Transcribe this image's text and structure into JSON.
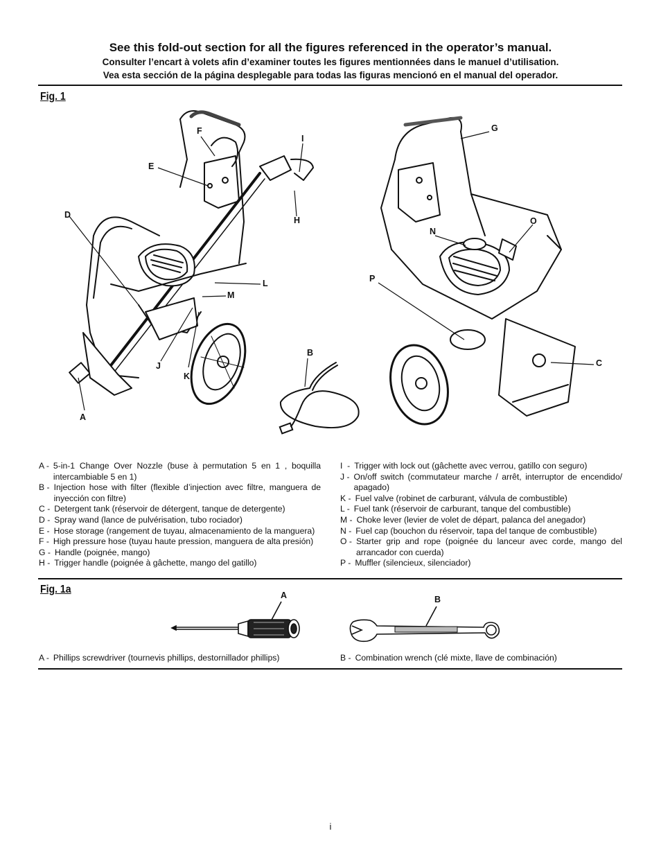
{
  "header": {
    "line_en": "See this fold-out section for all the figures referenced in the operator’s manual.",
    "line_fr": "Consulter l’encart à volets afin d’examiner toutes les figures mentionnées dans le manuel d’utilisation.",
    "line_es": "Vea esta sección de la página desplegable para todas las figuras mencionó en el manual del operador."
  },
  "fig1": {
    "label": "Fig. 1",
    "callouts": [
      "A",
      "B",
      "C",
      "D",
      "E",
      "F",
      "G",
      "H",
      "I",
      "J",
      "K",
      "L",
      "M",
      "N",
      "O",
      "P"
    ],
    "legend_left": [
      {
        "key": "A -",
        "text": "5-in-1 Change Over Nozzle (buse à permutation 5 en 1 , boquilla intercambiable 5 en 1)"
      },
      {
        "key": "B -",
        "text": "Injection hose with filter (flexible d’injection avec filtre, manguera de inyección con filtre)"
      },
      {
        "key": "C -",
        "text": "Detergent tank (réservoir de détergent, tanque de detergente)"
      },
      {
        "key": "D -",
        "text": "Spray wand (lance de pulvérisation, tubo rociador)"
      },
      {
        "key": "E -",
        "text": "Hose storage (rangement de tuyau, almacenamiento de la manguera)"
      },
      {
        "key": "F -",
        "text": "High pressure hose (tuyau haute pression, manguera de alta presión)"
      },
      {
        "key": "G -",
        "text": "Handle (poignée, mango)"
      },
      {
        "key": "H -",
        "text": "Trigger handle (poignée à gâchette, mango del gatillo)"
      }
    ],
    "legend_right": [
      {
        "key": "I  -",
        "text": "Trigger with lock out (gâchette avec verrou, gatillo con seguro)"
      },
      {
        "key": "J -",
        "text": "On/off switch (commutateur marche / arrêt, interruptor de encendido/ apagado)"
      },
      {
        "key": "K -",
        "text": "Fuel valve (robinet de carburant, válvula de combustible)"
      },
      {
        "key": "L -",
        "text": "Fuel tank (réservoir de carburant, tanque del combustible)"
      },
      {
        "key": "M -",
        "text": "Choke lever (levier de volet de départ, palanca del anegador)"
      },
      {
        "key": "N -",
        "text": "Fuel cap (bouchon du réservoir, tapa del tanque de combustible)"
      },
      {
        "key": "O -",
        "text": "Starter grip and rope (poignée du lanceur avec corde, mango del arrancador con cuerda)"
      },
      {
        "key": "P -",
        "text": "Muffler (silencieux, silenciador)"
      }
    ]
  },
  "fig1a": {
    "label": "Fig. 1a",
    "callout_a": "A",
    "callout_b": "B",
    "legend_a": {
      "key": "A -",
      "text": "Phillips screwdriver (tournevis phillips, destornillador phillips)"
    },
    "legend_b": {
      "key": "B -",
      "text": "Combination wrench (clé mixte, llave de combinación)"
    }
  },
  "page_number": "i"
}
